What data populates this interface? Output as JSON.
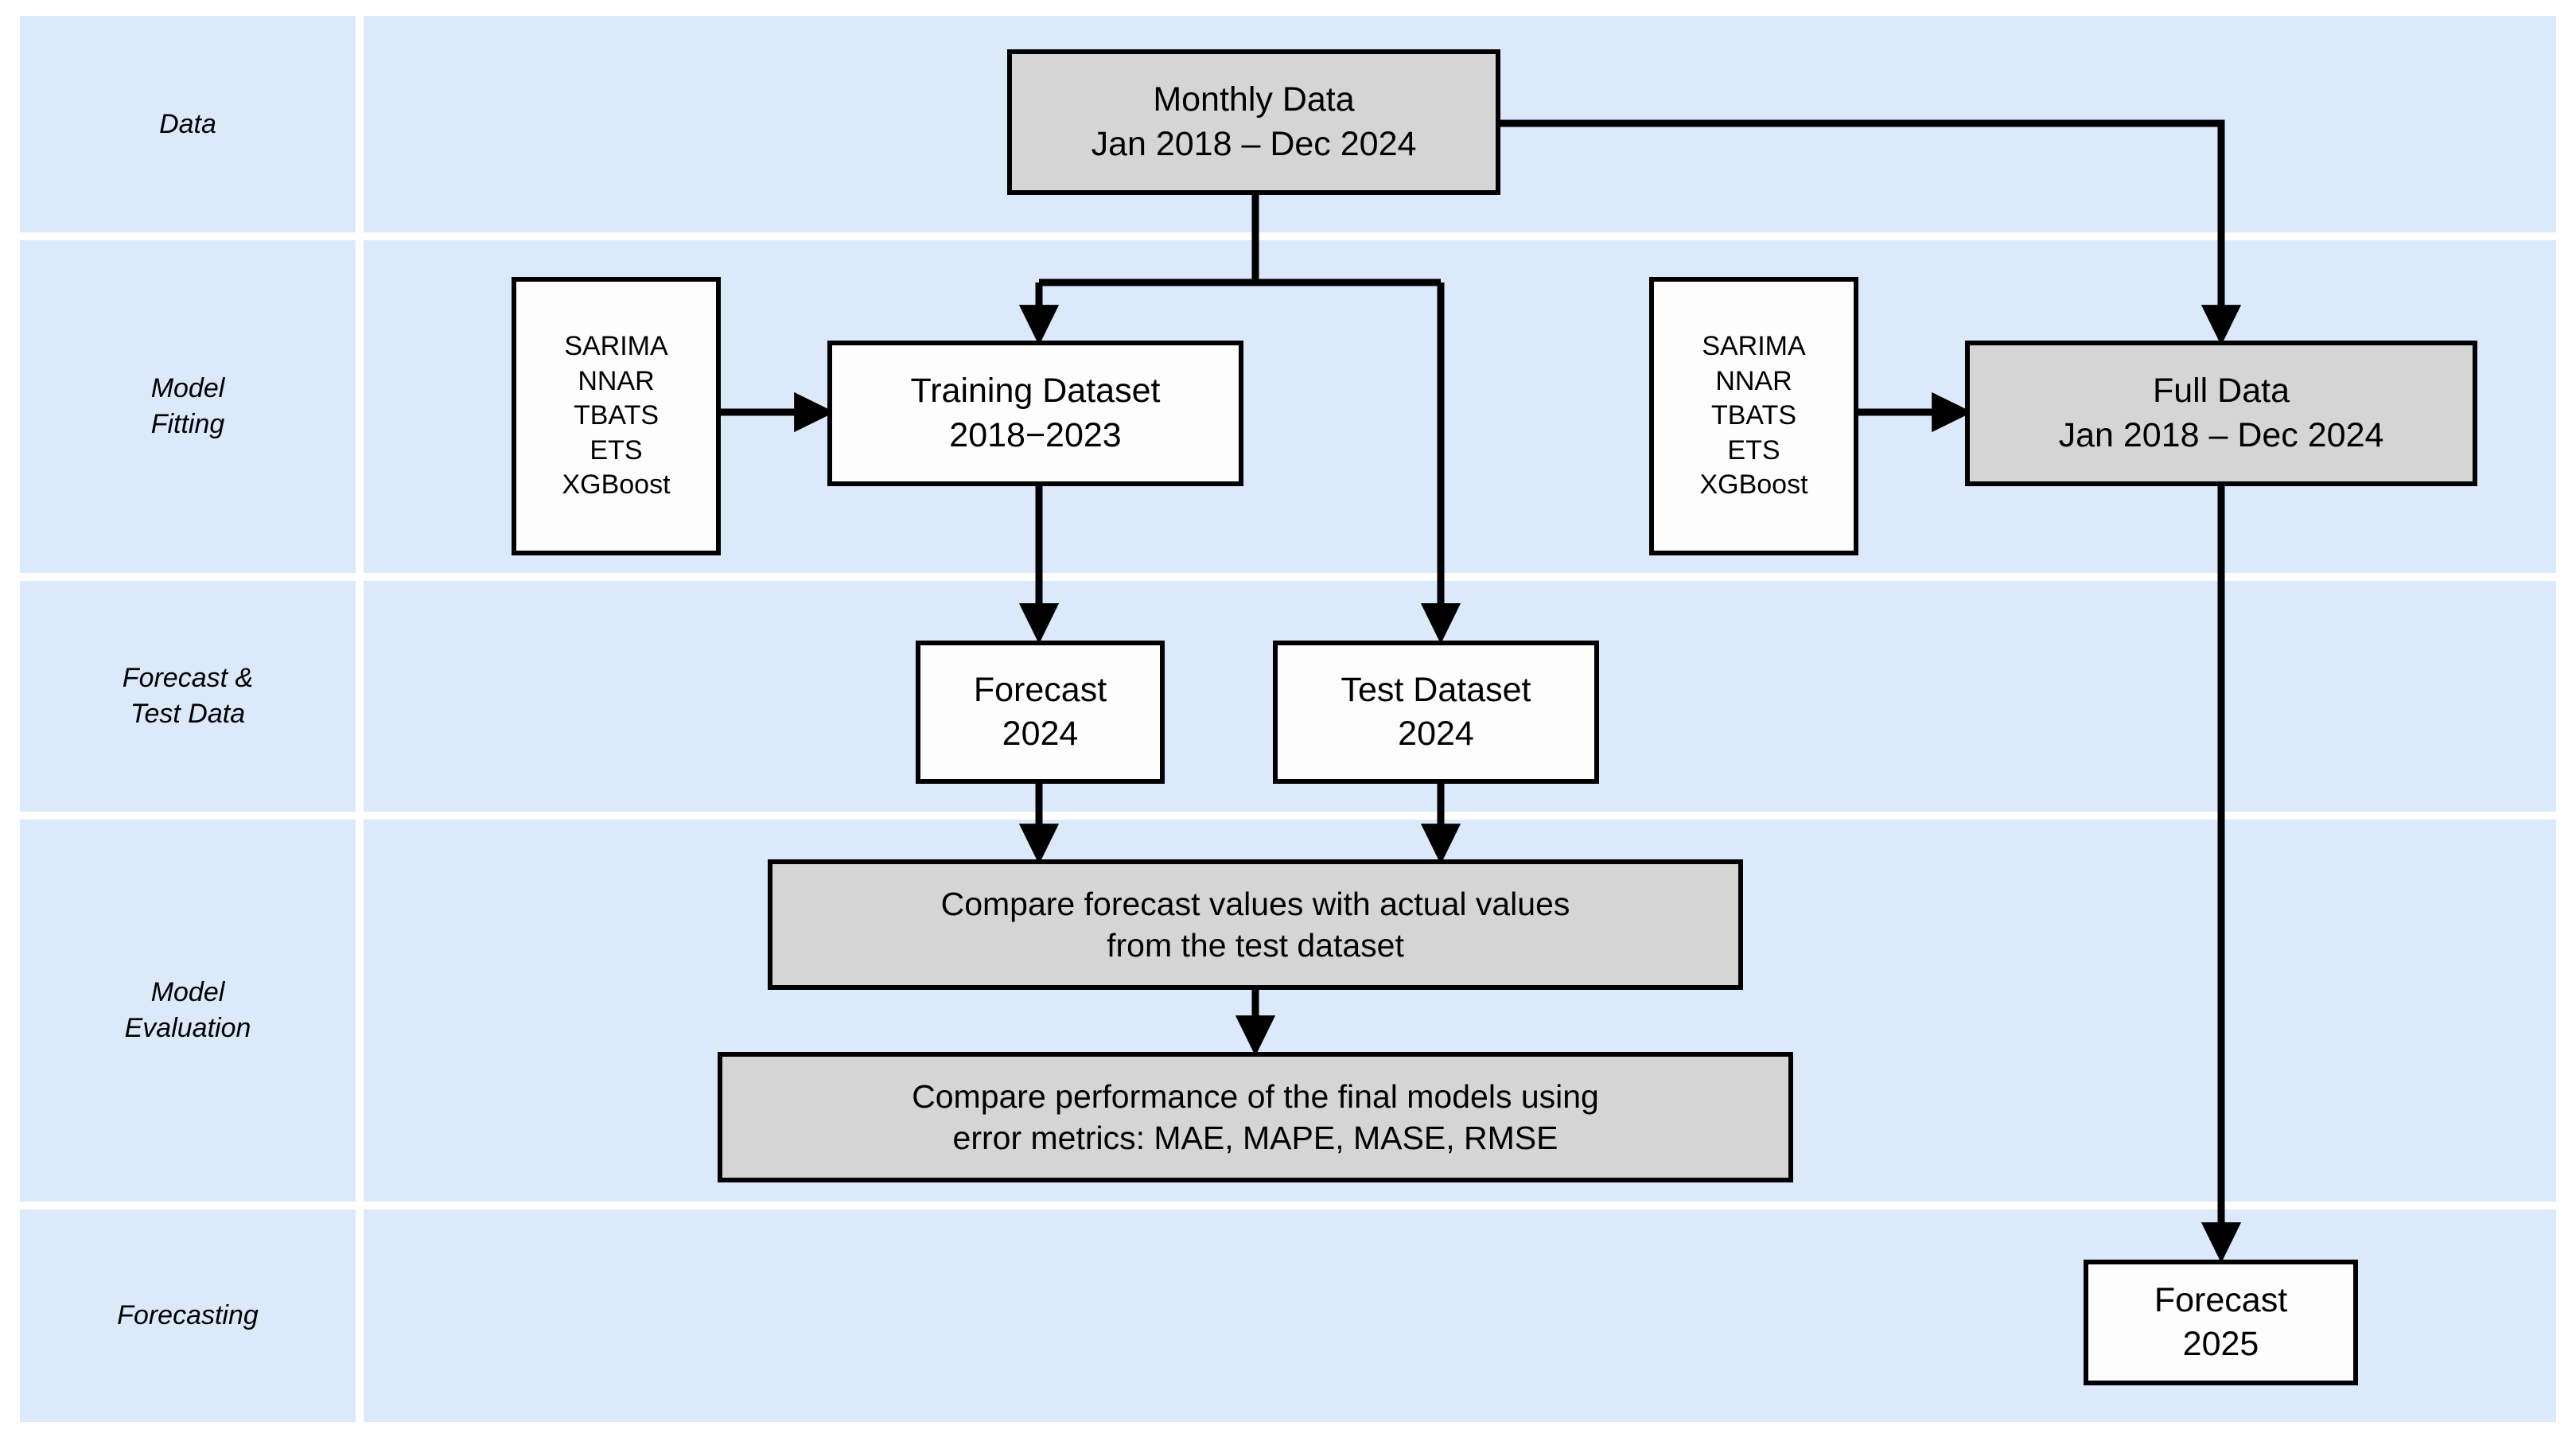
{
  "diagram": {
    "type": "flowchart",
    "title_text": "",
    "lane_background": "#dce9fb",
    "node_fill_grey": "#d5d5d5",
    "node_fill_white": "#fdfdfd",
    "node_stroke": "#000000",
    "page_background": "#ffffff"
  },
  "lanes": [
    {
      "id": "data",
      "label": "Data"
    },
    {
      "id": "model-fitting",
      "label": "Model\nFitting"
    },
    {
      "id": "forecast-test",
      "label": "Forecast &\nTest Data"
    },
    {
      "id": "model-evaluation",
      "label": "Model\nEvaluation"
    },
    {
      "id": "forecasting",
      "label": "Forecasting"
    }
  ],
  "nodes": {
    "monthly_data": {
      "label": "Monthly Data\nJan 2018 – Dec 2024",
      "fill": "grey"
    },
    "models_left": {
      "label": "SARIMA\nNNAR\nTBATS\nETS\nXGBoost",
      "fill": "white"
    },
    "training_dataset": {
      "label": "Training Dataset\n2018−2023",
      "fill": "white"
    },
    "models_right": {
      "label": "SARIMA\nNNAR\nTBATS\nETS\nXGBoost",
      "fill": "white"
    },
    "full_data": {
      "label": "Full Data\nJan 2018 – Dec 2024",
      "fill": "grey"
    },
    "forecast_2024": {
      "label": "Forecast\n2024",
      "fill": "white"
    },
    "test_dataset_2024": {
      "label": "Test Dataset\n2024",
      "fill": "white"
    },
    "compare_values": {
      "label": "Compare forecast values with actual values\nfrom the test dataset",
      "fill": "grey"
    },
    "compare_metrics": {
      "label": "Compare performance of the final models using\nerror metrics: MAE, MAPE, MASE, RMSE",
      "fill": "grey"
    },
    "forecast_2025": {
      "label": "Forecast\n2025",
      "fill": "white"
    }
  },
  "edges": [
    {
      "from": "monthly_data",
      "to": "training_dataset",
      "arrow": true
    },
    {
      "from": "monthly_data",
      "to": "test_dataset_2024",
      "arrow": true
    },
    {
      "from": "monthly_data",
      "to": "full_data",
      "arrow": true
    },
    {
      "from": "models_left",
      "to": "training_dataset",
      "arrow": true
    },
    {
      "from": "models_right",
      "to": "full_data",
      "arrow": true
    },
    {
      "from": "training_dataset",
      "to": "forecast_2024",
      "arrow": true
    },
    {
      "from": "forecast_2024",
      "to": "compare_values",
      "arrow": true
    },
    {
      "from": "test_dataset_2024",
      "to": "compare_values",
      "arrow": true
    },
    {
      "from": "compare_values",
      "to": "compare_metrics",
      "arrow": true
    },
    {
      "from": "full_data",
      "to": "forecast_2025",
      "arrow": true
    }
  ],
  "model_list": [
    "SARIMA",
    "NNAR",
    "TBATS",
    "ETS",
    "XGBoost"
  ],
  "error_metrics": [
    "MAE",
    "MAPE",
    "MASE",
    "RMSE"
  ]
}
